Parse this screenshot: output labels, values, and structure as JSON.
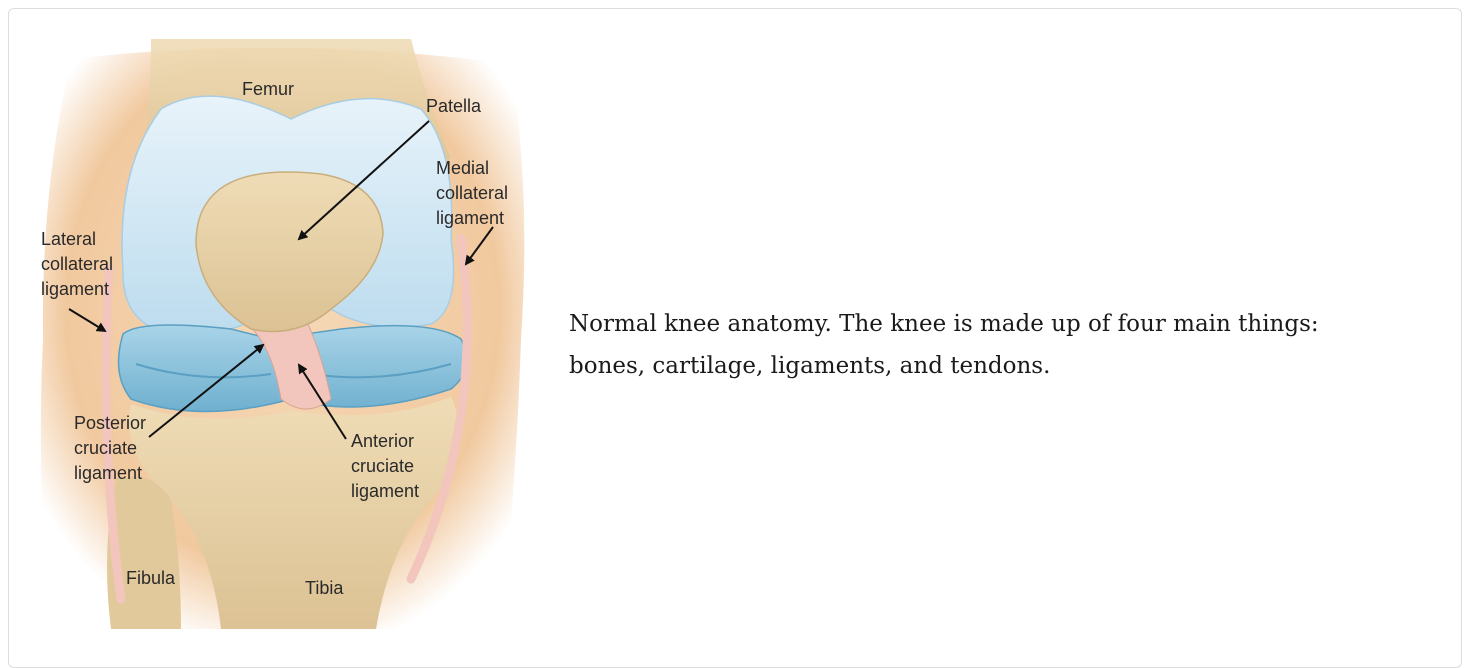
{
  "figure": {
    "labels": {
      "femur": "Femur",
      "patella": "Patella",
      "medial_collateral": [
        "Medial",
        "collateral",
        "ligament"
      ],
      "lateral_collateral": [
        "Lateral",
        "collateral",
        "ligament"
      ],
      "posterior_cruciate": [
        "Posterior",
        "cruciate",
        "ligament"
      ],
      "anterior_cruciate": [
        "Anterior",
        "cruciate",
        "ligament"
      ],
      "fibula": "Fibula",
      "tibia": "Tibia"
    }
  },
  "caption": {
    "line1": "Normal knee anatomy.  The knee is made up of four main things:",
    "line2": "bones, cartilage, ligaments, and tendons."
  },
  "colors": {
    "skin": "#f3cfa8",
    "bone": "#e8d2a8",
    "cartilage": "#d4e8f4",
    "meniscus": "#8cc4de",
    "ligament": "#f2c6bc"
  }
}
